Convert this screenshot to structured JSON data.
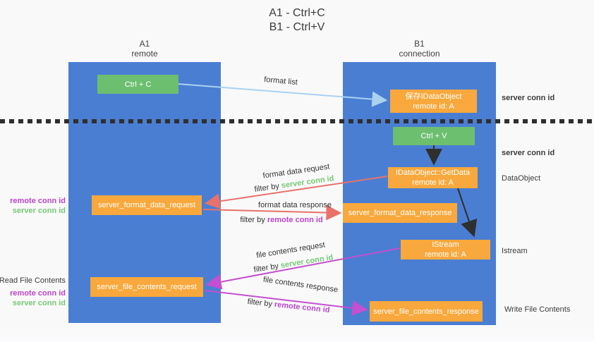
{
  "title": {
    "line1": "A1 - Ctrl+C",
    "line2": "B1 - Ctrl+V"
  },
  "lanes": {
    "left": {
      "title": "A1",
      "subtitle": "remote"
    },
    "right": {
      "title": "B1",
      "subtitle": "connection"
    }
  },
  "nodes": {
    "ctrl_c": {
      "label": "Ctrl + C"
    },
    "save_dataobject": {
      "line1": "保存IDataObject",
      "line2": "remote id: A"
    },
    "ctrl_v": {
      "label": "Ctrl + V"
    },
    "getdata": {
      "line1": "IDataObject::GetData",
      "line2": "remote id: A"
    },
    "format_request": {
      "label": "server_format_data_request"
    },
    "format_response": {
      "label": "server_format_data_response"
    },
    "istream": {
      "line1": "IStream",
      "line2": "remote id: A"
    },
    "file_request": {
      "label": "server_file_contents_request"
    },
    "file_response": {
      "label": "server_file_contents_response"
    }
  },
  "edge_labels": {
    "format_list": "format list",
    "format_data_request": "format data request",
    "format_data_response": "format data response",
    "file_contents_request": "file contents request",
    "file_contents_response": "file contents response",
    "filter_by": "filter by",
    "server_conn_id": "server conn id",
    "remote_conn_id": "remote conn id"
  },
  "side_labels": {
    "server_conn_id": "server conn id",
    "remote_conn_id": "remote conn id",
    "dataobject": "DataObject",
    "istream": "Istream",
    "read_file_contents": "Read File Contents",
    "write_file_contents": "Write File Contents"
  },
  "colors": {
    "lane_blue": "#4a7ed3",
    "node_green": "#6dbf70",
    "node_orange": "#f8a83c",
    "arrow_blue": "#a9d2f0",
    "arrow_red": "#e8716b",
    "arrow_magenta": "#c44fd0",
    "arrow_black": "#2f2f2f",
    "text_green": "#77c877",
    "text_magenta": "#bb44cc"
  }
}
